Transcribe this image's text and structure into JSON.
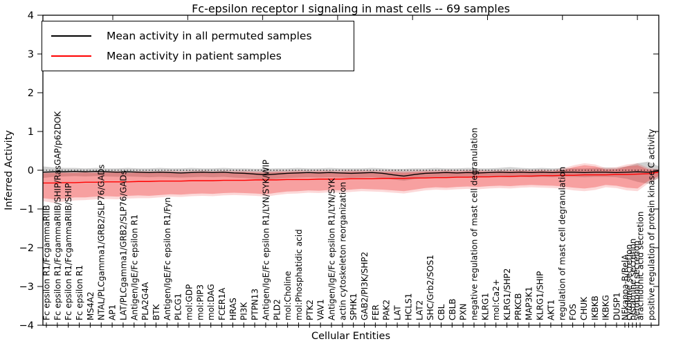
{
  "title": "Fc-epsilon receptor I signaling in mast cells -- 69 samples",
  "legend": {
    "items": [
      {
        "label": "Mean activity in all permuted samples",
        "color": "#000000"
      },
      {
        "label": "Mean activity in patient samples",
        "color": "#ff0000"
      }
    ]
  },
  "axes": {
    "xlabel": "Cellular Entities",
    "ylabel": "Inferred Activity",
    "yticks": [
      4,
      3,
      2,
      1,
      0,
      -1,
      -2,
      -3,
      -4
    ]
  },
  "chart_data": {
    "type": "line",
    "title": "Fc-epsilon receptor I signaling in mast cells -- 69 samples",
    "xlabel": "Cellular Entities",
    "ylabel": "Inferred Activity",
    "ylim": [
      -4,
      4
    ],
    "grid": false,
    "legend_position": "upper left",
    "zero_line": 0,
    "categories": [
      "Fc epsilon R1/FcgammaRIIB",
      "Fc epsilon R1/FcgammaRIIB/SHIP/RasGAP/p62DOK",
      "Fc epsilon R1/FcgammaRIIB/SHIP",
      "Fc epsilon R1",
      "MS4A2",
      "NTAL/PLCgamma1/GRB2/SLP76/GADs",
      "AP1",
      "LAT/PLCgamma1/GRB2/SLP76/GADs",
      "Antigen/IgE/Fc epsilon R1",
      "PLA2G4A",
      "BTK",
      "Antigen/IgE/Fc epsilon R1/Fyn",
      "PLCG1",
      "mol:GDP",
      "mol:PIP3",
      "mol:DAG",
      "FCER1A",
      "HRAS",
      "PI3K",
      "PTPN13",
      "Antigen/IgE/Fc epsilon R1/LYN/SYK/WIP",
      "PLD2",
      "mol:Choline",
      "mol:Phosphatidic acid",
      "PTK2",
      "VAV1",
      "Antigen/IgE/Fc epsilon R1/LYN/SYK",
      "actin cytoskeleton reorganization",
      "SPHK1",
      "GAB2/PI3K/SHP2",
      "FER",
      "PAK2",
      "LAT",
      "HCLS1",
      "LAT2",
      "SHC/Grb2/SOS1",
      "CBL",
      "CBLB",
      "PXN",
      "negative regulation of mast cell degranulation",
      "KLRG1",
      "mol:Ca2+",
      "KLRG1/SHP2",
      "PRKCB",
      "MAP3K1",
      "KLRG1/SHIP",
      "AKT1",
      "regulation of mast cell degranulation",
      "FOS",
      "CHUK",
      "IKBKB",
      "IKBKG",
      "DUSP1",
      "NFkappa-B/RelA",
      "cytokine secretion",
      "histamine secretion",
      "serotonin secretion",
      "arachidonic acid secretion",
      "positive regulation of protein kinase C activity"
    ],
    "series": [
      {
        "name": "Mean activity in all permuted samples",
        "color": "#000000",
        "values": [
          -0.05,
          -0.04,
          -0.04,
          -0.03,
          -0.04,
          -0.03,
          -0.04,
          -0.05,
          -0.04,
          -0.05,
          -0.06,
          -0.05,
          -0.06,
          -0.07,
          -0.06,
          -0.05,
          -0.06,
          -0.05,
          -0.07,
          -0.08,
          -0.1,
          -0.12,
          -0.1,
          -0.08,
          -0.07,
          -0.06,
          -0.07,
          -0.06,
          -0.07,
          -0.08,
          -0.07,
          -0.06,
          -0.08,
          -0.12,
          -0.15,
          -0.11,
          -0.08,
          -0.07,
          -0.06,
          -0.07,
          -0.06,
          -0.07,
          -0.06,
          -0.05,
          -0.06,
          -0.05,
          -0.06,
          -0.05,
          -0.06,
          -0.05,
          -0.05,
          -0.06,
          -0.05,
          -0.05,
          -0.06,
          -0.05,
          -0.04,
          -0.05,
          -0.02
        ]
      },
      {
        "name": "Mean activity in patient samples",
        "color": "#ff0000",
        "values": [
          -0.33,
          -0.33,
          -0.32,
          -0.32,
          -0.31,
          -0.31,
          -0.3,
          -0.3,
          -0.3,
          -0.29,
          -0.29,
          -0.28,
          -0.28,
          -0.28,
          -0.27,
          -0.27,
          -0.27,
          -0.26,
          -0.26,
          -0.26,
          -0.25,
          -0.25,
          -0.25,
          -0.24,
          -0.24,
          -0.24,
          -0.23,
          -0.23,
          -0.23,
          -0.22,
          -0.22,
          -0.22,
          -0.21,
          -0.21,
          -0.21,
          -0.2,
          -0.2,
          -0.19,
          -0.19,
          -0.18,
          -0.18,
          -0.17,
          -0.17,
          -0.16,
          -0.16,
          -0.15,
          -0.15,
          -0.14,
          -0.14,
          -0.13,
          -0.13,
          -0.12,
          -0.12,
          -0.12,
          -0.11,
          -0.11,
          -0.1,
          -0.09,
          -0.05
        ]
      }
    ],
    "bands": [
      {
        "name": "permuted-samples-range",
        "color": "rgba(110,110,110,0.32)",
        "upper": [
          0.1,
          0.07,
          0.06,
          0.06,
          0.05,
          0.06,
          0.05,
          0.05,
          0.06,
          0.05,
          0.05,
          0.06,
          0.05,
          0.05,
          0.06,
          0.05,
          0.05,
          0.06,
          0.05,
          0.05,
          0.04,
          0.04,
          0.05,
          0.05,
          0.06,
          0.05,
          0.05,
          0.06,
          0.05,
          0.05,
          0.05,
          0.06,
          0.05,
          0.04,
          0.04,
          0.05,
          0.05,
          0.06,
          0.05,
          0.05,
          0.06,
          0.05,
          0.05,
          0.06,
          0.08,
          0.06,
          0.05,
          0.06,
          0.05,
          0.06,
          0.05,
          0.05,
          0.06,
          0.07,
          0.06,
          0.1,
          0.18,
          0.22,
          0.1
        ],
        "lower": [
          -0.2,
          -0.17,
          -0.16,
          -0.15,
          -0.16,
          -0.15,
          -0.16,
          -0.17,
          -0.16,
          -0.17,
          -0.18,
          -0.17,
          -0.18,
          -0.19,
          -0.18,
          -0.17,
          -0.18,
          -0.17,
          -0.19,
          -0.2,
          -0.22,
          -0.24,
          -0.22,
          -0.2,
          -0.19,
          -0.18,
          -0.19,
          -0.18,
          -0.19,
          -0.2,
          -0.19,
          -0.18,
          -0.2,
          -0.24,
          -0.27,
          -0.23,
          -0.2,
          -0.19,
          -0.18,
          -0.19,
          -0.18,
          -0.19,
          -0.18,
          -0.17,
          -0.18,
          -0.17,
          -0.18,
          -0.17,
          -0.18,
          -0.17,
          -0.17,
          -0.18,
          -0.17,
          -0.17,
          -0.18,
          -0.22,
          -0.3,
          -0.35,
          -0.2
        ]
      },
      {
        "name": "patient-samples-range-outer",
        "color": "rgba(235,30,30,0.17)",
        "upper": [
          -0.04,
          -0.03,
          -0.03,
          -0.03,
          -0.02,
          -0.03,
          -0.02,
          -0.02,
          -0.03,
          -0.02,
          -0.02,
          -0.02,
          -0.01,
          -0.02,
          -0.01,
          -0.01,
          -0.02,
          -0.01,
          -0.01,
          -0.01,
          -0.02,
          -0.02,
          -0.01,
          -0.01,
          0.0,
          -0.01,
          0.0,
          0.0,
          -0.01,
          0.0,
          0.0,
          0.0,
          -0.01,
          -0.01,
          -0.02,
          -0.01,
          0.0,
          0.0,
          0.01,
          0.0,
          0.01,
          0.01,
          0.0,
          0.01,
          0.01,
          0.02,
          0.01,
          0.02,
          0.01,
          0.05,
          0.13,
          0.18,
          0.15,
          0.06,
          0.08,
          0.15,
          0.18,
          0.06,
          0.03
        ],
        "lower": [
          -0.8,
          -0.84,
          -0.81,
          -0.78,
          -0.77,
          -0.75,
          -0.74,
          -0.75,
          -0.73,
          -0.72,
          -0.72,
          -0.7,
          -0.68,
          -0.69,
          -0.67,
          -0.66,
          -0.67,
          -0.65,
          -0.64,
          -0.65,
          -0.66,
          -0.68,
          -0.64,
          -0.61,
          -0.6,
          -0.58,
          -0.59,
          -0.57,
          -0.58,
          -0.56,
          -0.54,
          -0.55,
          -0.56,
          -0.58,
          -0.6,
          -0.56,
          -0.52,
          -0.5,
          -0.51,
          -0.49,
          -0.48,
          -0.49,
          -0.47,
          -0.46,
          -0.47,
          -0.45,
          -0.44,
          -0.45,
          -0.46,
          -0.48,
          -0.52,
          -0.54,
          -0.51,
          -0.44,
          -0.46,
          -0.52,
          -0.54,
          -0.34,
          -0.2
        ]
      },
      {
        "name": "patient-samples-range-inner",
        "color": "rgba(235,30,30,0.30)",
        "upper": [
          -0.08,
          -0.07,
          -0.07,
          -0.07,
          -0.06,
          -0.07,
          -0.06,
          -0.06,
          -0.07,
          -0.06,
          -0.06,
          -0.06,
          -0.05,
          -0.06,
          -0.05,
          -0.05,
          -0.06,
          -0.05,
          -0.05,
          -0.05,
          -0.06,
          -0.06,
          -0.05,
          -0.05,
          -0.04,
          -0.05,
          -0.04,
          -0.04,
          -0.05,
          -0.04,
          -0.04,
          -0.04,
          -0.05,
          -0.05,
          -0.06,
          -0.05,
          -0.04,
          -0.04,
          -0.03,
          -0.04,
          -0.03,
          -0.03,
          -0.04,
          -0.03,
          -0.03,
          -0.02,
          -0.03,
          -0.02,
          -0.03,
          0.0,
          0.08,
          0.13,
          0.1,
          0.02,
          0.03,
          0.1,
          0.13,
          0.02,
          0.0
        ],
        "lower": [
          -0.72,
          -0.75,
          -0.73,
          -0.7,
          -0.7,
          -0.68,
          -0.67,
          -0.68,
          -0.66,
          -0.65,
          -0.66,
          -0.64,
          -0.62,
          -0.63,
          -0.61,
          -0.6,
          -0.61,
          -0.59,
          -0.58,
          -0.59,
          -0.6,
          -0.62,
          -0.58,
          -0.55,
          -0.54,
          -0.52,
          -0.53,
          -0.51,
          -0.52,
          -0.5,
          -0.48,
          -0.49,
          -0.5,
          -0.52,
          -0.54,
          -0.5,
          -0.46,
          -0.44,
          -0.45,
          -0.43,
          -0.42,
          -0.43,
          -0.41,
          -0.4,
          -0.41,
          -0.39,
          -0.38,
          -0.39,
          -0.4,
          -0.42,
          -0.45,
          -0.47,
          -0.44,
          -0.38,
          -0.4,
          -0.45,
          -0.47,
          -0.28,
          -0.15
        ]
      }
    ]
  }
}
